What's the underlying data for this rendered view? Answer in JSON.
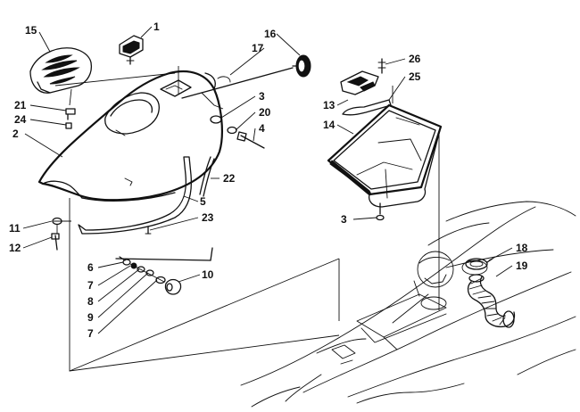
{
  "callouts": [
    {
      "id": "c1",
      "text": "1"
    },
    {
      "id": "c2",
      "text": "2"
    },
    {
      "id": "c3a",
      "text": "3"
    },
    {
      "id": "c3b",
      "text": "3"
    },
    {
      "id": "c4",
      "text": "4"
    },
    {
      "id": "c5",
      "text": "5"
    },
    {
      "id": "c6",
      "text": "6"
    },
    {
      "id": "c7a",
      "text": "7"
    },
    {
      "id": "c7b",
      "text": "7"
    },
    {
      "id": "c8",
      "text": "8"
    },
    {
      "id": "c9",
      "text": "9"
    },
    {
      "id": "c10",
      "text": "10"
    },
    {
      "id": "c11",
      "text": "11"
    },
    {
      "id": "c12",
      "text": "12"
    },
    {
      "id": "c13",
      "text": "13"
    },
    {
      "id": "c14",
      "text": "14"
    },
    {
      "id": "c15",
      "text": "15"
    },
    {
      "id": "c16",
      "text": "16"
    },
    {
      "id": "c17",
      "text": "17"
    },
    {
      "id": "c18",
      "text": "18"
    },
    {
      "id": "c19",
      "text": "19"
    },
    {
      "id": "c20",
      "text": "20"
    },
    {
      "id": "c21",
      "text": "21"
    },
    {
      "id": "c22",
      "text": "22"
    },
    {
      "id": "c23",
      "text": "23"
    },
    {
      "id": "c24",
      "text": "24"
    },
    {
      "id": "c25",
      "text": "25"
    },
    {
      "id": "c26",
      "text": "26"
    }
  ]
}
